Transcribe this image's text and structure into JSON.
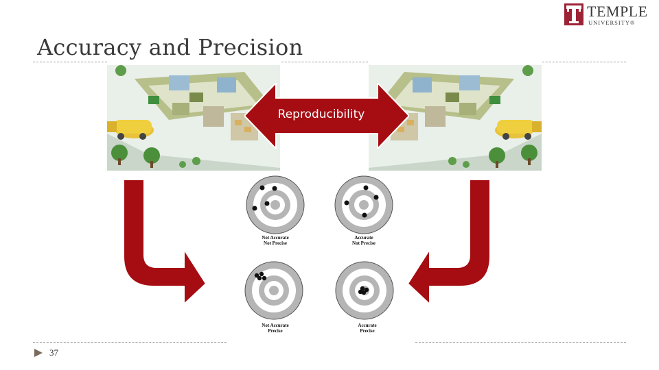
{
  "slide": {
    "title": "Accuracy and Precision",
    "page_number": "37"
  },
  "logo": {
    "word": "TEMPLE",
    "sub": "UNIVERSITY®"
  },
  "arrow_label": "Reproducibility",
  "targets": [
    {
      "line1": "Not Accurate",
      "line2": "Not Precise"
    },
    {
      "line1": "Accurate",
      "line2": "Not Precise"
    },
    {
      "line1": "Not Accurate",
      "line2": "Precise"
    },
    {
      "line1": "Accurate",
      "line2": "Precise"
    }
  ],
  "colors": {
    "arrow": "#a50d12",
    "title": "#3a3a3a",
    "brand": "#9d2235"
  }
}
